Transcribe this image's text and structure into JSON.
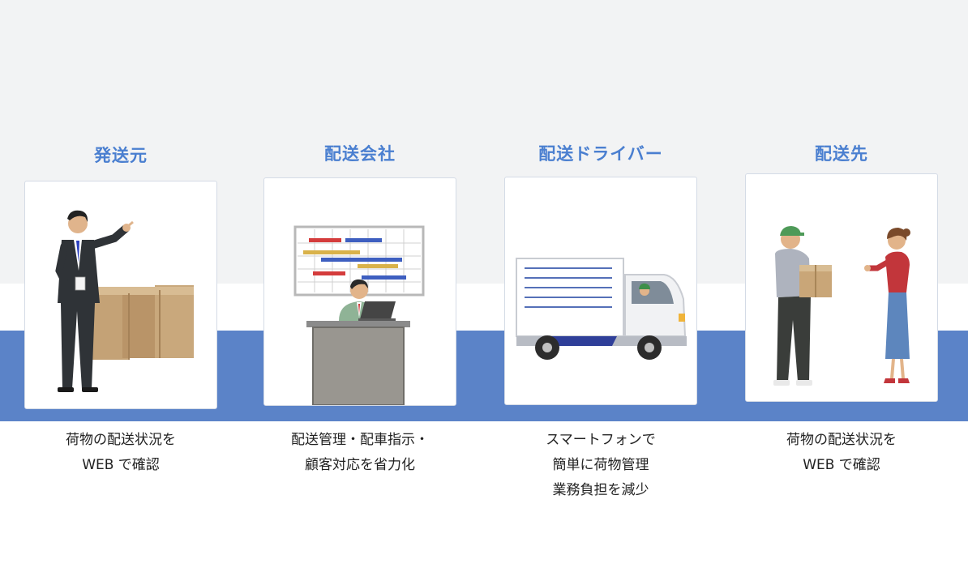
{
  "columns": [
    {
      "title": "発送元",
      "lines": [
        "荷物の配送状況を",
        "WEB で確認"
      ],
      "illustration": "businessman-pointing-at-boxes"
    },
    {
      "title": "配送会社",
      "lines": [
        "配送管理・配車指示・",
        "顧客対応を省力化"
      ],
      "illustration": "office-worker-at-desk-with-schedule-board"
    },
    {
      "title": "配送ドライバー",
      "lines": [
        "スマートフォンで",
        "簡単に荷物管理",
        "業務負担を減少"
      ],
      "illustration": "delivery-truck"
    },
    {
      "title": "配送先",
      "lines": [
        "荷物の配送状況を",
        "WEB で確認"
      ],
      "illustration": "courier-handing-package-to-woman"
    }
  ],
  "colors": {
    "title": "#4a7fd0",
    "band": "#5b83c8",
    "top_background": "#f2f3f4"
  }
}
